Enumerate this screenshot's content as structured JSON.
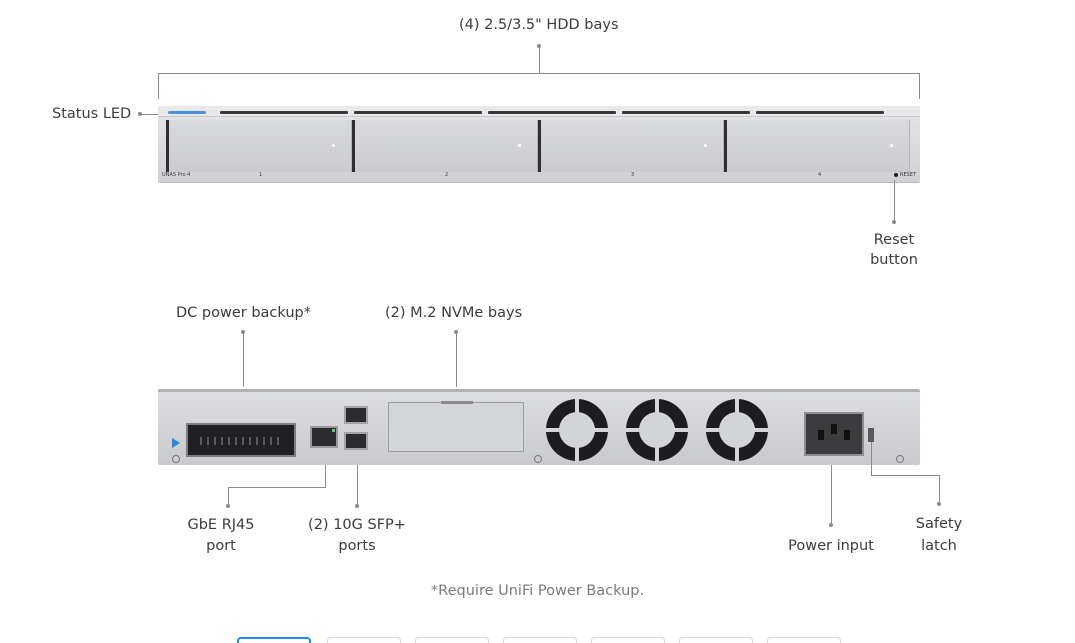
{
  "labels": {
    "hdd_bays": "(4) 2.5/3.5\" HDD bays",
    "status_led": "Status LED",
    "reset_line1": "Reset",
    "reset_line2": "button",
    "dc_power": "DC power backup*",
    "nvme_bays": "(2) M.2 NVMe bays",
    "rj45_line1": "GbE RJ45",
    "rj45_line2": "port",
    "sfp_line1": "(2) 10G SFP+",
    "sfp_line2": "ports",
    "power_input": "Power input",
    "latch_line1": "Safety",
    "latch_line2": "latch"
  },
  "device": {
    "front_model": "UNAS Pro 4",
    "bay_numbers": [
      "1",
      "2",
      "3",
      "4"
    ],
    "reset_mark": "RESET"
  },
  "footnote": "*Require UniFi Power Backup.",
  "pager": {
    "count": 7,
    "active_index": 0
  },
  "colors": {
    "status_led": "#4a8fdc",
    "accent": "#1f8aff"
  }
}
